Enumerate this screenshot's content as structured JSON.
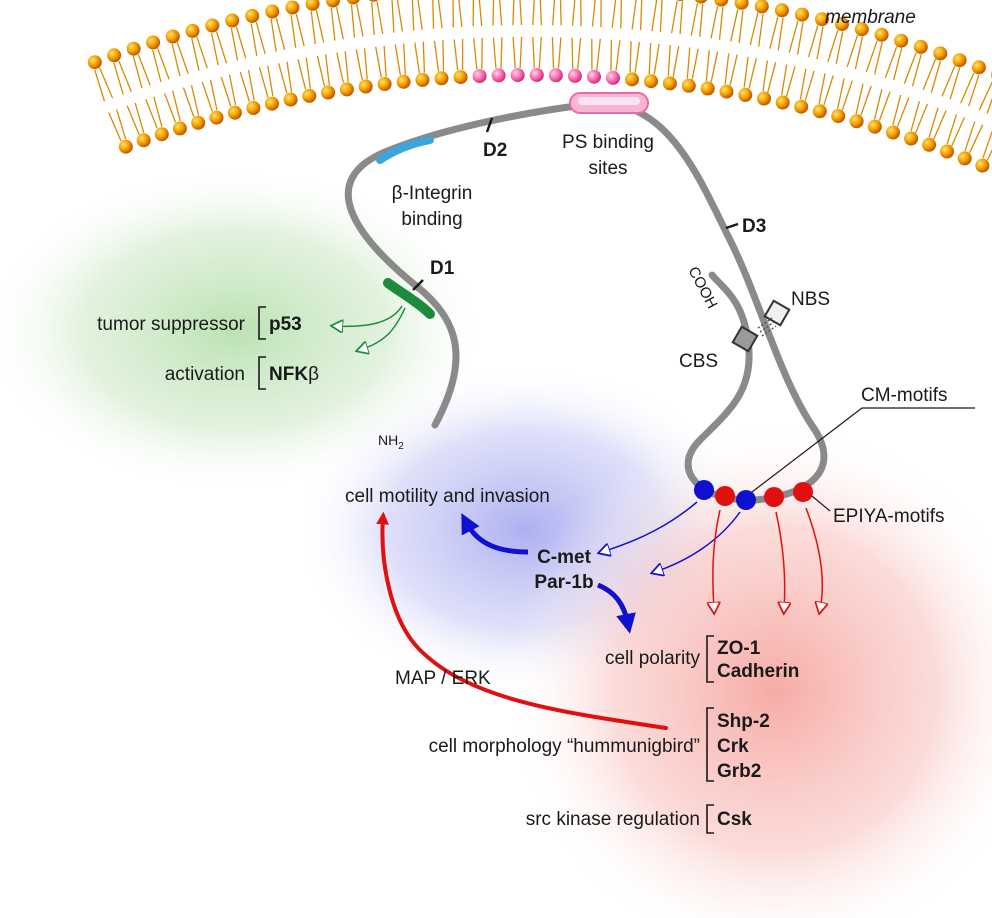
{
  "membrane_label": "membrane",
  "domains": {
    "d1": "D1",
    "d2": "D2",
    "d3": "D3"
  },
  "ps_binding": {
    "line1": "PS binding",
    "line2": "sites"
  },
  "integrin_binding": {
    "line1": "β-Integrin",
    "line2": "binding"
  },
  "termini": {
    "n": "NH",
    "n_sub": "2",
    "c": "COOH"
  },
  "sites": {
    "nbs": "NBS",
    "cbs": "CBS"
  },
  "motifs": {
    "cm": "CM-motifs",
    "epiya": "EPIYA-motifs"
  },
  "d1_effects": [
    {
      "label": "tumor suppressor",
      "target": "p53"
    },
    {
      "label": "activation",
      "target_bold": "NFK",
      "target_tail": "β"
    }
  ],
  "cm_partners": {
    "line1": "C-met",
    "line2": "Par-1b"
  },
  "cell_motility": "cell motility and invasion",
  "map_erk": "MAP / ERK",
  "epiya_effects": [
    {
      "label": "cell polarity",
      "targets": [
        "ZO-1",
        "Cadherin"
      ]
    },
    {
      "label": "cell morphology “hummunigbird”",
      "targets": [
        "Shp-2",
        "Crk",
        "Grb2"
      ]
    },
    {
      "label": "src kinase regulation",
      "targets": [
        "Csk"
      ]
    }
  ],
  "colors": {
    "protein": "#8a8a8a",
    "integrin_segment": "#3aa6dc",
    "d1_segment": "#1d8a3c",
    "ps_segment": "#f29ac4",
    "cm_motif": "#1010d0",
    "epiya_motif": "#e01010",
    "lipid_head": "#f5a000",
    "lipid_tail": "#d98a00",
    "green_glow": "#b8e0b0",
    "blue_glow": "#b6b8f2",
    "red_glow": "#f7b4b0"
  }
}
